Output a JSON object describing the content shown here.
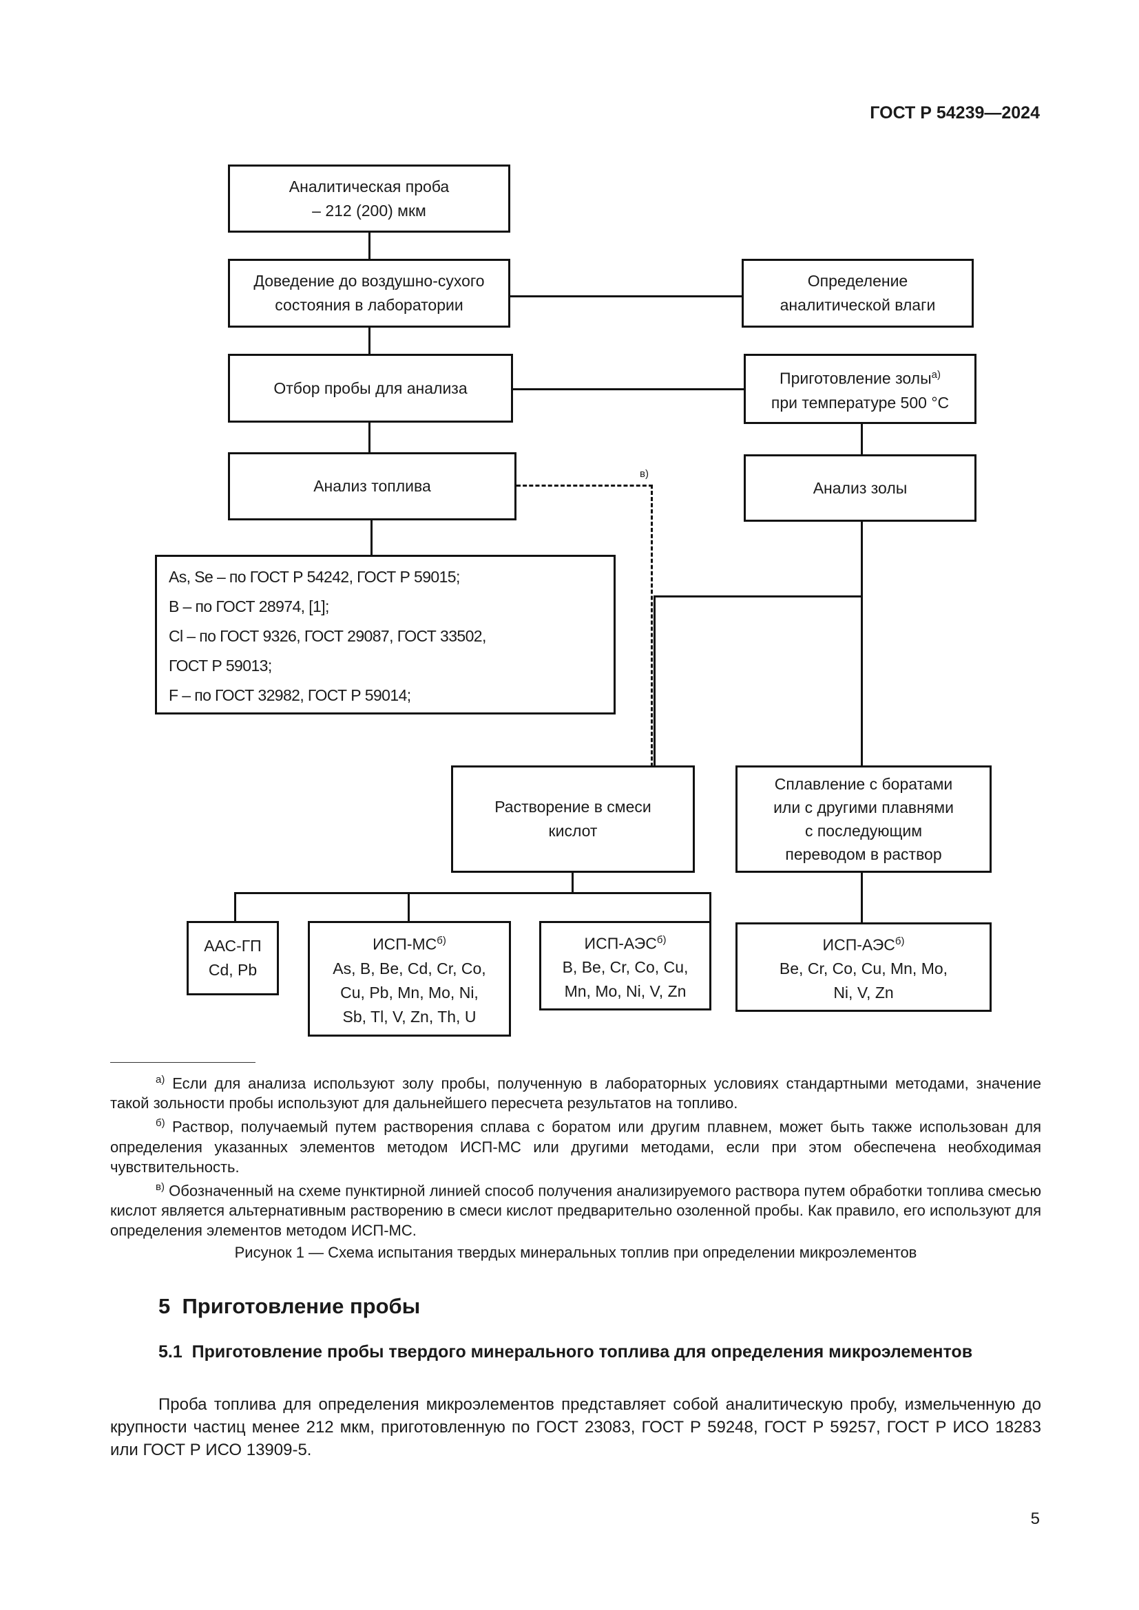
{
  "header": {
    "doc_id": "ГОСТ Р 54239—2024"
  },
  "diagram": {
    "analytical_sample": {
      "line1": "Аналитическая проба",
      "line2": "– 212 (200) мкм"
    },
    "air_dry": {
      "line1": "Доведение до воздушно-сухого",
      "line2": "состояния в лаборатории"
    },
    "moisture": {
      "line1": "Определение",
      "line2": "аналитической влаги"
    },
    "sampling": {
      "line1": "Отбор пробы для анализа"
    },
    "ash_prep": {
      "line1": "Приготовление золы",
      "line1_sup": "а)",
      "line2": "при температуре 500 °С"
    },
    "fuel_analysis": {
      "line1": "Анализ топлива"
    },
    "ash_analysis": {
      "line1": "Анализ золы"
    },
    "dashed_label": "в)",
    "methods_list": [
      "As, Se – по ГОСТ Р 54242, ГОСТ Р 59015;",
      "В – по ГОСТ 28974, [1];",
      "Cl – по ГОСТ 9326, ГОСТ 29087, ГОСТ 33502,",
      "ГОСТ Р 59013;",
      "F – по ГОСТ 32982, ГОСТ Р 59014;"
    ],
    "acid_dissolution": {
      "line1": "Растворение в смеси",
      "line2": "кислот"
    },
    "fusion": {
      "line1": "Сплавление с боратами",
      "line2": "или с другими плавнями",
      "line3": "с последующим",
      "line4": "переводом в раствор"
    },
    "aas": {
      "line1": "ААС-ГП",
      "line2": "Cd, Pb"
    },
    "icp_ms": {
      "title": "ИСП-МС",
      "sup": "б)",
      "line2": "As, B, Be, Cd, Cr, Co,",
      "line3": "Cu, Pb, Mn, Mo, Ni,",
      "line4": "Sb, Tl, V, Zn, Th, U"
    },
    "icp_aes_1": {
      "title": "ИСП-АЭС",
      "sup": "б)",
      "line2": "B, Be, Cr, Co, Cu,",
      "line3": "Mn, Mo, Ni, V, Zn"
    },
    "icp_aes_2": {
      "title": "ИСП-АЭС",
      "sup": "б)",
      "line2": "Be, Cr, Co, Cu, Mn, Mo,",
      "line3": "Ni, V, Zn"
    }
  },
  "footnotes": [
    {
      "mark": "а)",
      "text": "Если для анализа используют золу пробы, полученную в лабораторных условиях стандартными методами, значение такой зольности пробы используют для дальнейшего пересчета результатов на топливо."
    },
    {
      "mark": "б)",
      "text": "Раствор, получаемый путем растворения сплава с боратом или другим плавнем, может быть также использован для определения указанных элементов методом ИСП-МС или другими методами, если при этом обеспечена необходимая чувствительность."
    },
    {
      "mark": "в)",
      "text": "Обозначенный на схеме пунктирной линией способ получения анализируемого раствора путем обработки топлива смесью кислот является альтернативным растворению в смеси кислот предварительно озоленной пробы. Как правило, его используют для определения элементов методом ИСП-МС."
    }
  ],
  "figure_caption": "Рисунок 1 — Схема испытания твердых минеральных топлив при определении микроэлементов",
  "section": {
    "number": "5",
    "title": "Приготовление пробы"
  },
  "subsection": {
    "number": "5.1",
    "title": "Приготовление пробы твердого минерального топлива для определения микроэлементов"
  },
  "body_text": "Проба топлива для определения микроэлементов представляет собой аналитическую пробу, измельченную до крупности частиц менее 212 мкм, приготовленную по ГОСТ 23083, ГОСТ Р 59248, ГОСТ Р 59257, ГОСТ Р ИСО 18283 или ГОСТ Р ИСО 13909-5.",
  "page_number": "5"
}
